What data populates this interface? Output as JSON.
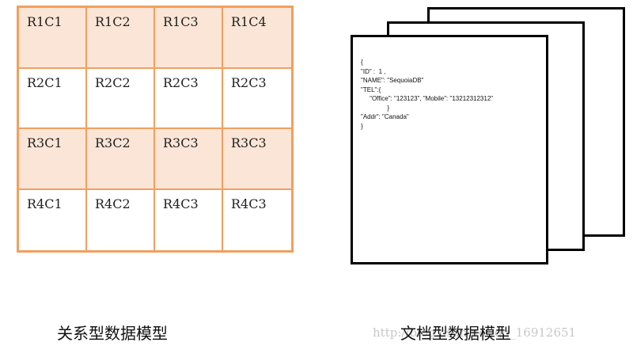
{
  "relational": {
    "caption": "关系型数据模型",
    "cell_fill_color": "#fbe5d6",
    "border_color": "#f0a060",
    "rows": [
      [
        "R1C1",
        "R1C2",
        "R1C3",
        "R1C4"
      ],
      [
        "R2C1",
        "R2C2",
        "R2C3",
        "R2C3"
      ],
      [
        "R3C1",
        "R3C2",
        "R3C3",
        "R3C3"
      ],
      [
        "R4C1",
        "R4C2",
        "R4C3",
        "R4C3"
      ]
    ]
  },
  "document": {
    "caption": "文档型数据模型",
    "json_lines": [
      "{",
      "\"ID\" :  1 ,",
      "\"NAME\": \"SequoiaDB\"",
      "\"TEL\":{",
      "     \"Office\": \"123123\", \"Mobile\": \"13212312312\"",
      "               }",
      "\"Addr\": \"Canada\"",
      "}"
    ]
  },
  "watermark": "http://blog.csdn.net/qq_16912651"
}
